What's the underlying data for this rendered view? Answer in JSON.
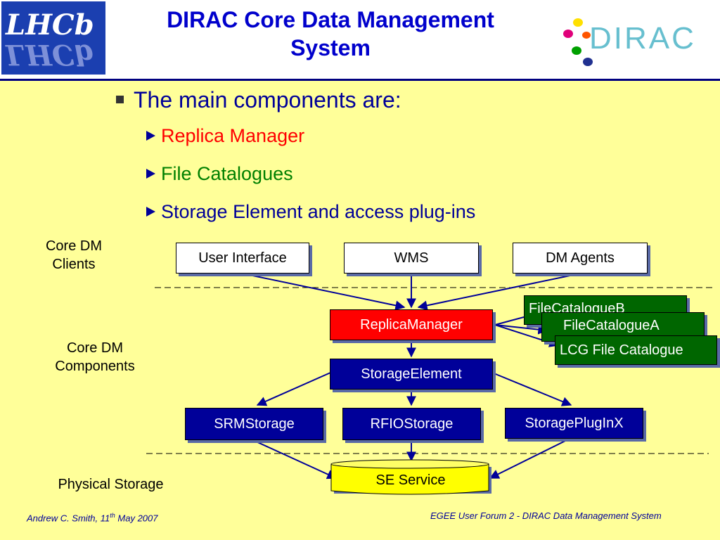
{
  "header": {
    "logo_left_text": "LHCb",
    "title_line1": "DIRAC Core Data Management",
    "title_line2": "System",
    "logo_right_text": "DIRAC"
  },
  "bullets": {
    "main": "The main components are:",
    "items": [
      {
        "text": "Replica Manager",
        "color": "#ff0000"
      },
      {
        "text": "File Catalogues",
        "color": "#008000"
      },
      {
        "text": "Storage Element and access plug-ins",
        "color": "#000099"
      }
    ]
  },
  "diagram": {
    "labels": {
      "clients_line1": "Core DM",
      "clients_line2": "Clients",
      "components_line1": "Core DM",
      "components_line2": "Components",
      "physical": "Physical Storage"
    },
    "boxes": {
      "user_interface": "User Interface",
      "wms": "WMS",
      "dm_agents": "DM Agents",
      "replica_manager": "ReplicaManager",
      "file_catalogue_b": "FileCatalogueB",
      "file_catalogue_a": "FileCatalogueA",
      "lcg_file_catalogue": "LCG File Catalogue",
      "storage_element": "StorageElement",
      "srm_storage": "SRMStorage",
      "rfio_storage": "RFIOStorage",
      "storage_plugin_x": "StoragePlugInX",
      "se_service": "SE Service"
    },
    "colors": {
      "navy": "#000099",
      "red": "#ff0000",
      "green": "#006600",
      "yellow": "#ffff00",
      "background": "#ffff99"
    }
  },
  "footer": {
    "left": "Andrew C. Smith,  11",
    "left_sup": "th",
    "left_tail": " May 2007",
    "right": "EGEE User Forum 2  - DIRAC Data Management System"
  }
}
